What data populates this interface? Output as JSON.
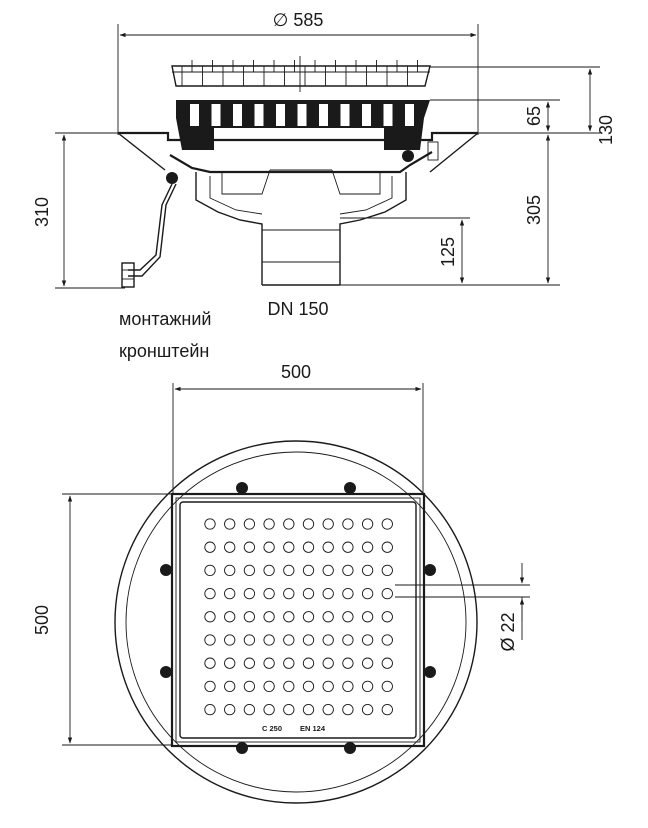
{
  "dimensions": {
    "diameter_top": "∅ 585",
    "height_65": "65",
    "height_130": "130",
    "height_305": "305",
    "height_310": "310",
    "height_125": "125",
    "pipe": "DN 150",
    "width_500": "500",
    "height_500": "500",
    "hole_diameter": "Ø 22"
  },
  "notes": {
    "bracket_line1": "монтажний",
    "bracket_line2": "кронштейн"
  },
  "grate_marking": {
    "load_class": "C 250",
    "standard": "EN 124"
  },
  "colors": {
    "line": "#1a1a1a",
    "background": "#ffffff"
  }
}
